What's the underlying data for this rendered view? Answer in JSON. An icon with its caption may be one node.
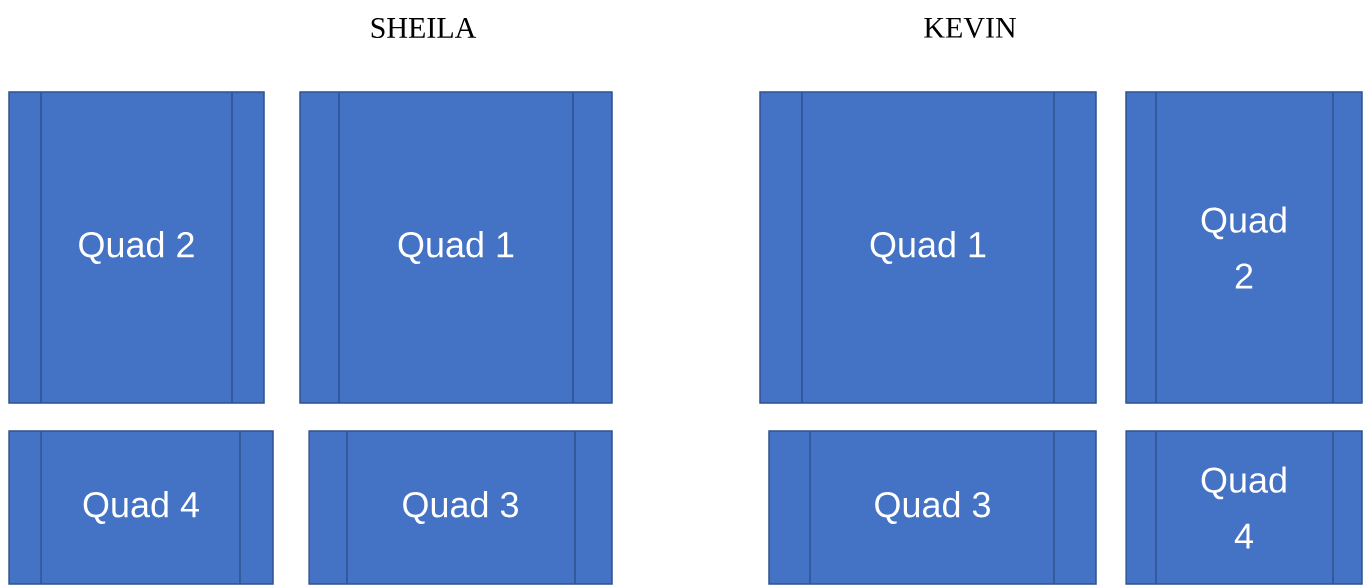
{
  "diagram": {
    "nodes": [
      {
        "text": [
          "Quad 2"
        ]
      },
      {
        "text": [
          "Quad 1"
        ]
      },
      {
        "text": [
          "Quad 1"
        ]
      },
      {
        "text": [
          "Quad 2"
        ]
      },
      {
        "text": [
          "Quad 4"
        ]
      },
      {
        "text": [
          "Quad 3"
        ]
      },
      {
        "text": [
          "Quad 3"
        ]
      },
      {
        "text": [
          "Quad 4"
        ]
      }
    ],
    "labels": [
      "SHEILA",
      "KEVIN"
    ]
  }
}
